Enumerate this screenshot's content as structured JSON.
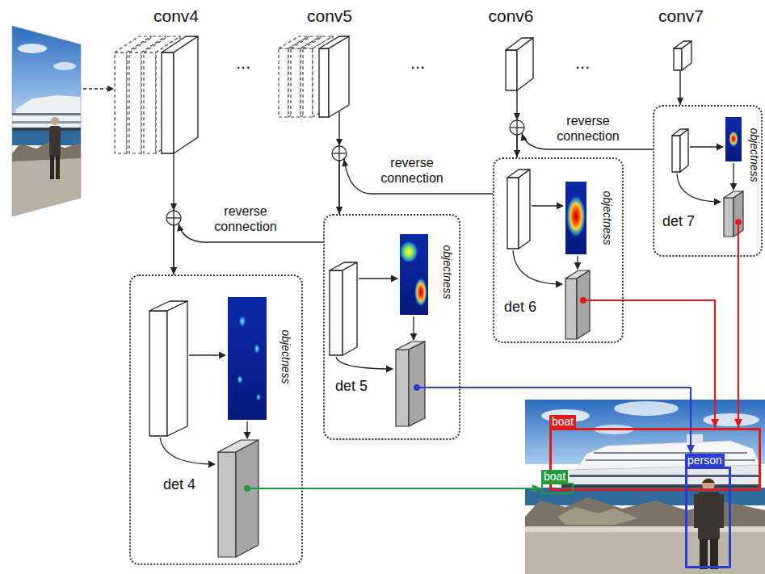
{
  "diagram": {
    "nodes": [
      {
        "text": [
          "conv4"
        ]
      },
      {
        "text": [
          "conv5"
        ]
      },
      {
        "text": [
          "conv6"
        ]
      },
      {
        "text": [
          "conv7"
        ]
      },
      {
        "text": [
          "objectness",
          "det 7"
        ]
      },
      {
        "text": [
          "objectness",
          "det 6"
        ]
      },
      {
        "text": [
          "objectness",
          "det 5"
        ]
      },
      {
        "text": [
          "objectness",
          "det 4"
        ]
      },
      {
        "text": [
          "boat"
        ]
      },
      {
        "text": [
          "boat"
        ]
      },
      {
        "text": [
          "person"
        ]
      }
    ],
    "edges": [
      {
        "from": 3,
        "to": 4,
        "arrow": "to"
      },
      {
        "from": 2,
        "to": 5,
        "arrow": "to"
      },
      {
        "from": 4,
        "to": 5,
        "label": "reverse connection",
        "arrow": "to"
      },
      {
        "from": 1,
        "to": 6,
        "arrow": "to"
      },
      {
        "from": 5,
        "to": 6,
        "label": "reverse connection",
        "arrow": "to"
      },
      {
        "from": 0,
        "to": 7,
        "arrow": "to"
      },
      {
        "from": 6,
        "to": 7,
        "label": "reverse connection",
        "arrow": "to"
      },
      {
        "from": 5,
        "to": 8,
        "arrow": "to"
      },
      {
        "from": 4,
        "to": 8,
        "arrow": "to"
      },
      {
        "from": 6,
        "to": 10,
        "arrow": "to"
      },
      {
        "from": 7,
        "to": 9,
        "arrow": "to"
      }
    ],
    "labels": [
      "...",
      "...",
      "..."
    ]
  }
}
